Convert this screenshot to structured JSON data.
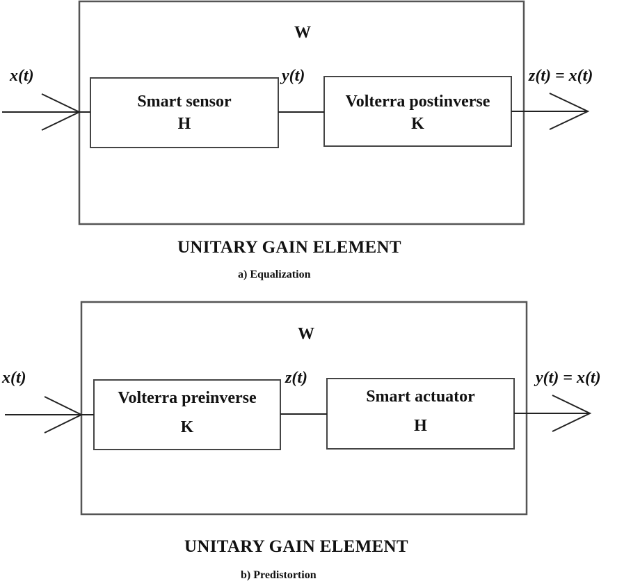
{
  "diagrams": [
    {
      "id": "a",
      "outer_label": "W",
      "input_signal": "x(t)",
      "intermediate_signal": "y(t)",
      "output_signal": "z(t) = x(t)",
      "blocks": [
        {
          "name": "Smart sensor",
          "symbol": "H"
        },
        {
          "name": "Volterra postinverse",
          "symbol": "K"
        }
      ],
      "element_caption": "UNITARY GAIN ELEMENT",
      "subcaption": "a) Equalization"
    },
    {
      "id": "b",
      "outer_label": "W",
      "input_signal": "x(t)",
      "intermediate_signal": "z(t)",
      "output_signal": "y(t) = x(t)",
      "blocks": [
        {
          "name": "Volterra preinverse",
          "symbol": "K"
        },
        {
          "name": "Smart actuator",
          "symbol": "H"
        }
      ],
      "element_caption": "UNITARY GAIN ELEMENT",
      "subcaption": "b) Predistortion"
    }
  ]
}
